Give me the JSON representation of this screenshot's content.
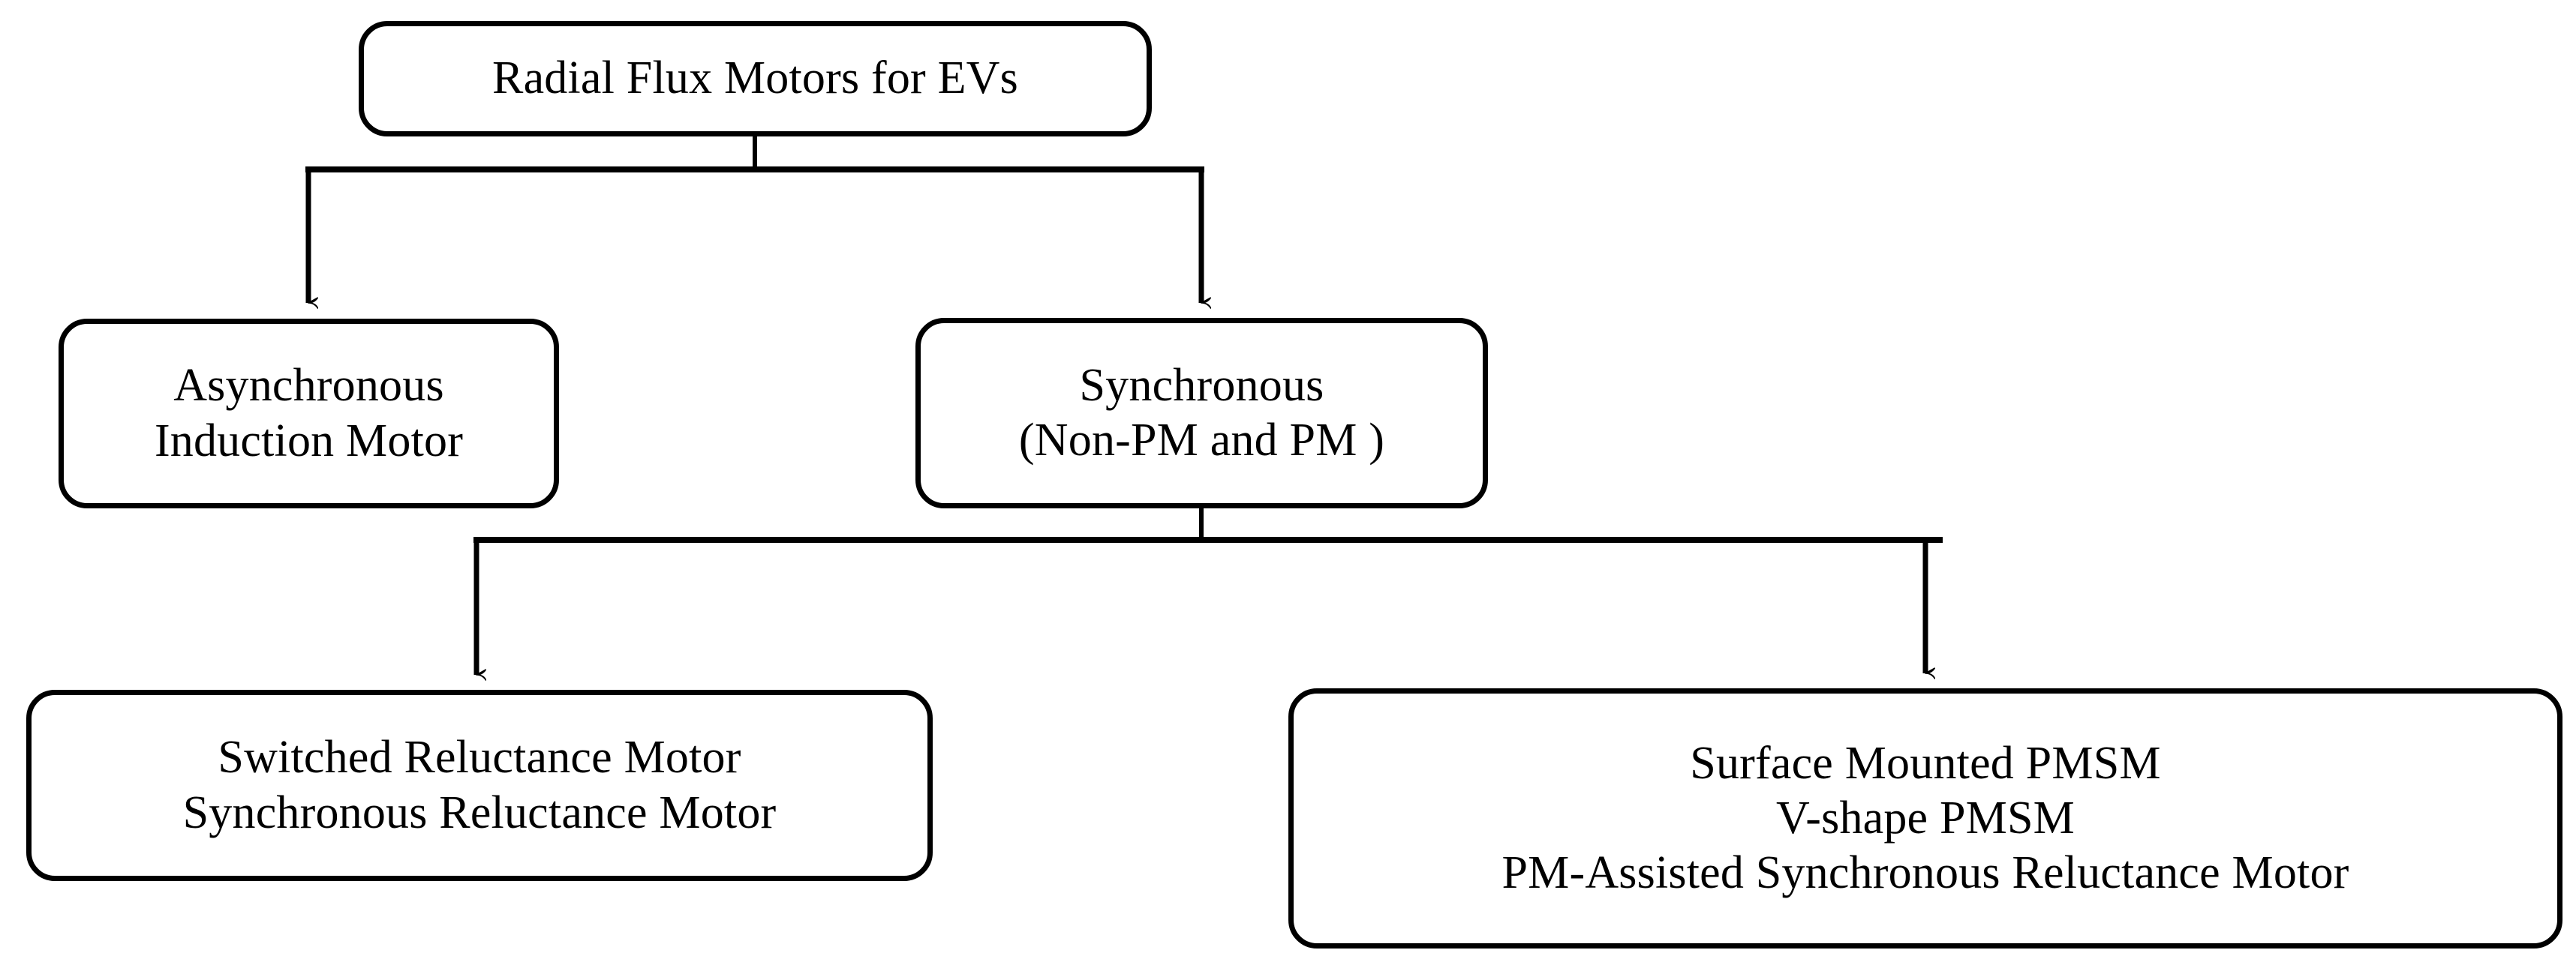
{
  "diagram": {
    "title": "Radial Flux Motors for EVs",
    "type": "hierarchy-tree",
    "orientation": "top-down",
    "background_color": "#ffffff",
    "line_color": "#000000",
    "text_color": "#000000",
    "nodes": {
      "root": {
        "id": "root",
        "level": 1,
        "lines": [
          "Radial Flux Motors for EVs"
        ]
      },
      "asynchronous": {
        "id": "asynchronous",
        "level": 2,
        "lines": [
          "Asynchronous",
          "Induction Motor"
        ]
      },
      "synchronous": {
        "id": "synchronous",
        "level": 2,
        "lines": [
          "Synchronous",
          "(Non-PM and PM )"
        ]
      },
      "reluctance": {
        "id": "reluctance",
        "level": 3,
        "lines": [
          "Switched Reluctance Motor",
          "Synchronous Reluctance Motor"
        ]
      },
      "pmsm": {
        "id": "pmsm",
        "level": 3,
        "lines": [
          "Surface Mounted PMSM",
          "V-shape PMSM",
          "PM-Assisted Synchronous Reluctance Motor"
        ]
      }
    },
    "edges": [
      {
        "from": "root",
        "to": "asynchronous",
        "style": "orthogonal-arrow"
      },
      {
        "from": "root",
        "to": "synchronous",
        "style": "orthogonal-arrow"
      },
      {
        "from": "synchronous",
        "to": "reluctance",
        "style": "orthogonal-arrow"
      },
      {
        "from": "synchronous",
        "to": "pmsm",
        "style": "orthogonal-arrow"
      }
    ]
  }
}
